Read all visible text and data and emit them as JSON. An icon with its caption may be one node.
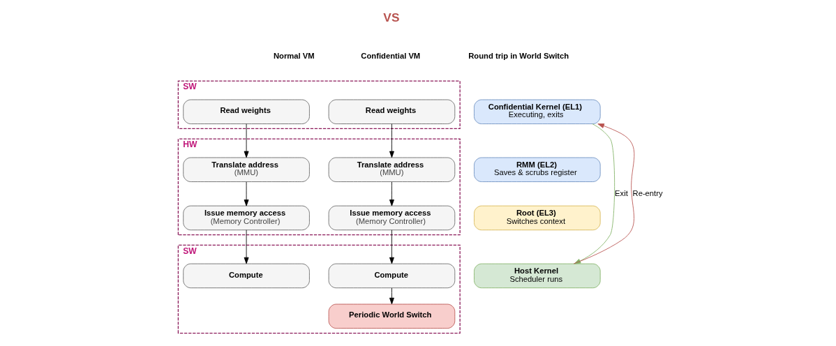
{
  "diagram": {
    "nodes": [
      {
        "text": [
          "SW"
        ]
      },
      {
        "text": [
          "Read weights"
        ],
        "in": 0
      },
      {
        "text": [
          "Read weights"
        ],
        "in": 0
      },
      {
        "text": [
          "HW"
        ]
      },
      {
        "text": [
          "Translate address",
          "(MMU)"
        ],
        "in": 3
      },
      {
        "text": [
          "Translate address",
          "(MMU)"
        ],
        "in": 3
      },
      {
        "text": [
          "Issue memory access",
          "(Memory Controller)"
        ],
        "in": 3
      },
      {
        "text": [
          "Issue memory access",
          "(Memory Controller)"
        ],
        "in": 3
      },
      {
        "text": [
          "SW"
        ]
      },
      {
        "text": [
          "Compute"
        ],
        "in": 8
      },
      {
        "text": [
          "Compute"
        ],
        "in": 8
      },
      {
        "text": [
          "Periodic World Switch"
        ],
        "in": 8
      },
      {
        "text": [
          "Confidential Kernel (EL1)",
          "Executing, exits"
        ]
      },
      {
        "text": [
          "RMM (EL2)",
          "Saves & scrubs register"
        ]
      },
      {
        "text": [
          "Root (EL3)",
          "Switches context"
        ]
      },
      {
        "text": [
          "Host Kernel",
          "Scheduler runs"
        ]
      }
    ],
    "edges": [
      {
        "from": 1,
        "to": 4,
        "arrow": "to"
      },
      {
        "from": 4,
        "to": 6,
        "arrow": "to"
      },
      {
        "from": 6,
        "to": 9,
        "arrow": "to"
      },
      {
        "from": 2,
        "to": 5,
        "arrow": "to"
      },
      {
        "from": 5,
        "to": 7,
        "arrow": "to"
      },
      {
        "from": 7,
        "to": 10,
        "arrow": "to"
      },
      {
        "from": 10,
        "to": 11,
        "arrow": "to"
      },
      {
        "from": 12,
        "to": 15,
        "arrow": "to",
        "label": "Exit",
        "color": "#82b366"
      },
      {
        "from": 15,
        "to": 12,
        "arrow": "to",
        "label": "Re-entry",
        "color": "#b85450"
      }
    ],
    "labels": [
      "VS",
      "Normal VM",
      "Confidential VM",
      "Round trip in World Switch"
    ]
  }
}
